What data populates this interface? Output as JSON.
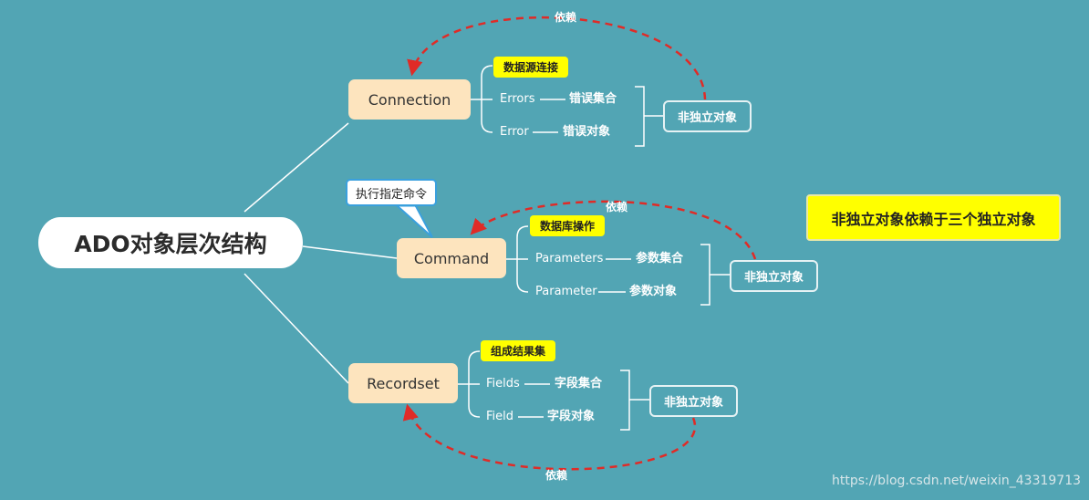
{
  "root": "ADO对象层次结构",
  "callout": "执行指定命令",
  "note": "非独立对象依赖于三个独立对象",
  "watermark": "https://blog.csdn.net/weixin_43319713",
  "branches": [
    {
      "name": "Connection",
      "tag": "数据源连接",
      "collection": {
        "en": "Errors",
        "zh": "错误集合"
      },
      "item": {
        "en": "Error",
        "zh": "错误对象"
      },
      "group_label": "非独立对象",
      "dependency": "依赖"
    },
    {
      "name": "Command",
      "tag": "数据库操作",
      "collection": {
        "en": "Parameters",
        "zh": "参数集合"
      },
      "item": {
        "en": "Parameter",
        "zh": "参数对象"
      },
      "group_label": "非独立对象",
      "dependency": "依赖"
    },
    {
      "name": "Recordset",
      "tag": "组成结果集",
      "collection": {
        "en": "Fields",
        "zh": "字段集合"
      },
      "item": {
        "en": "Field",
        "zh": "字段对象"
      },
      "group_label": "非独立对象",
      "dependency": "依赖"
    }
  ],
  "colors": {
    "background": "#52a5b4",
    "object_fill": "#fde4be",
    "highlight": "#ffff00",
    "dependency_arrow": "#e02b27",
    "callout_border": "#3aa0dd"
  }
}
